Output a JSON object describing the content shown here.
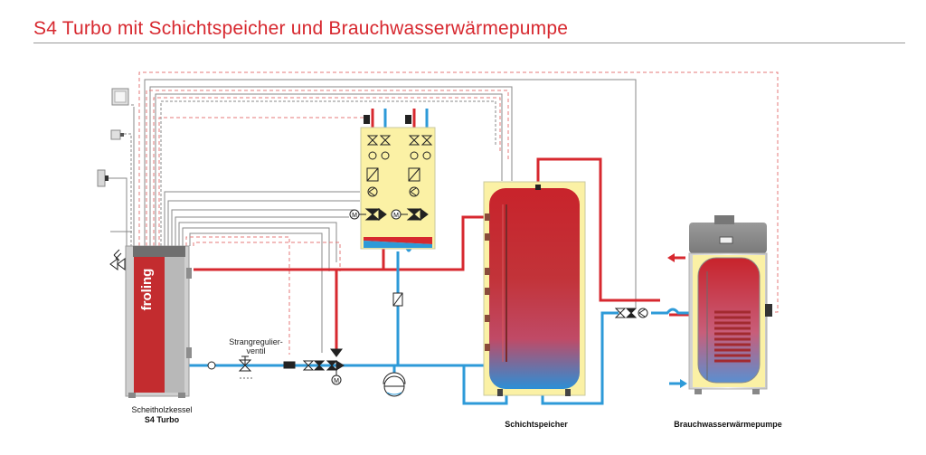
{
  "title": "S4 Turbo mit Schichtspeicher und Brauchwasserwärmepumpe",
  "labels": {
    "boiler_line1": "Scheitholzkessel",
    "boiler_line2": "S4 Turbo",
    "boiler_brand": "froling",
    "valve_line1": "Strangregulier-",
    "valve_line2": "ventil",
    "storage": "Schichtspeicher",
    "heatpump": "Brauchwasserwärmepumpe",
    "motor_symbol": "M"
  },
  "colors": {
    "hot": "#d7282f",
    "cold": "#2d9ad8",
    "control": "#e47a7a",
    "module_fill": "#fbf1a5",
    "title": "#d7282f"
  }
}
